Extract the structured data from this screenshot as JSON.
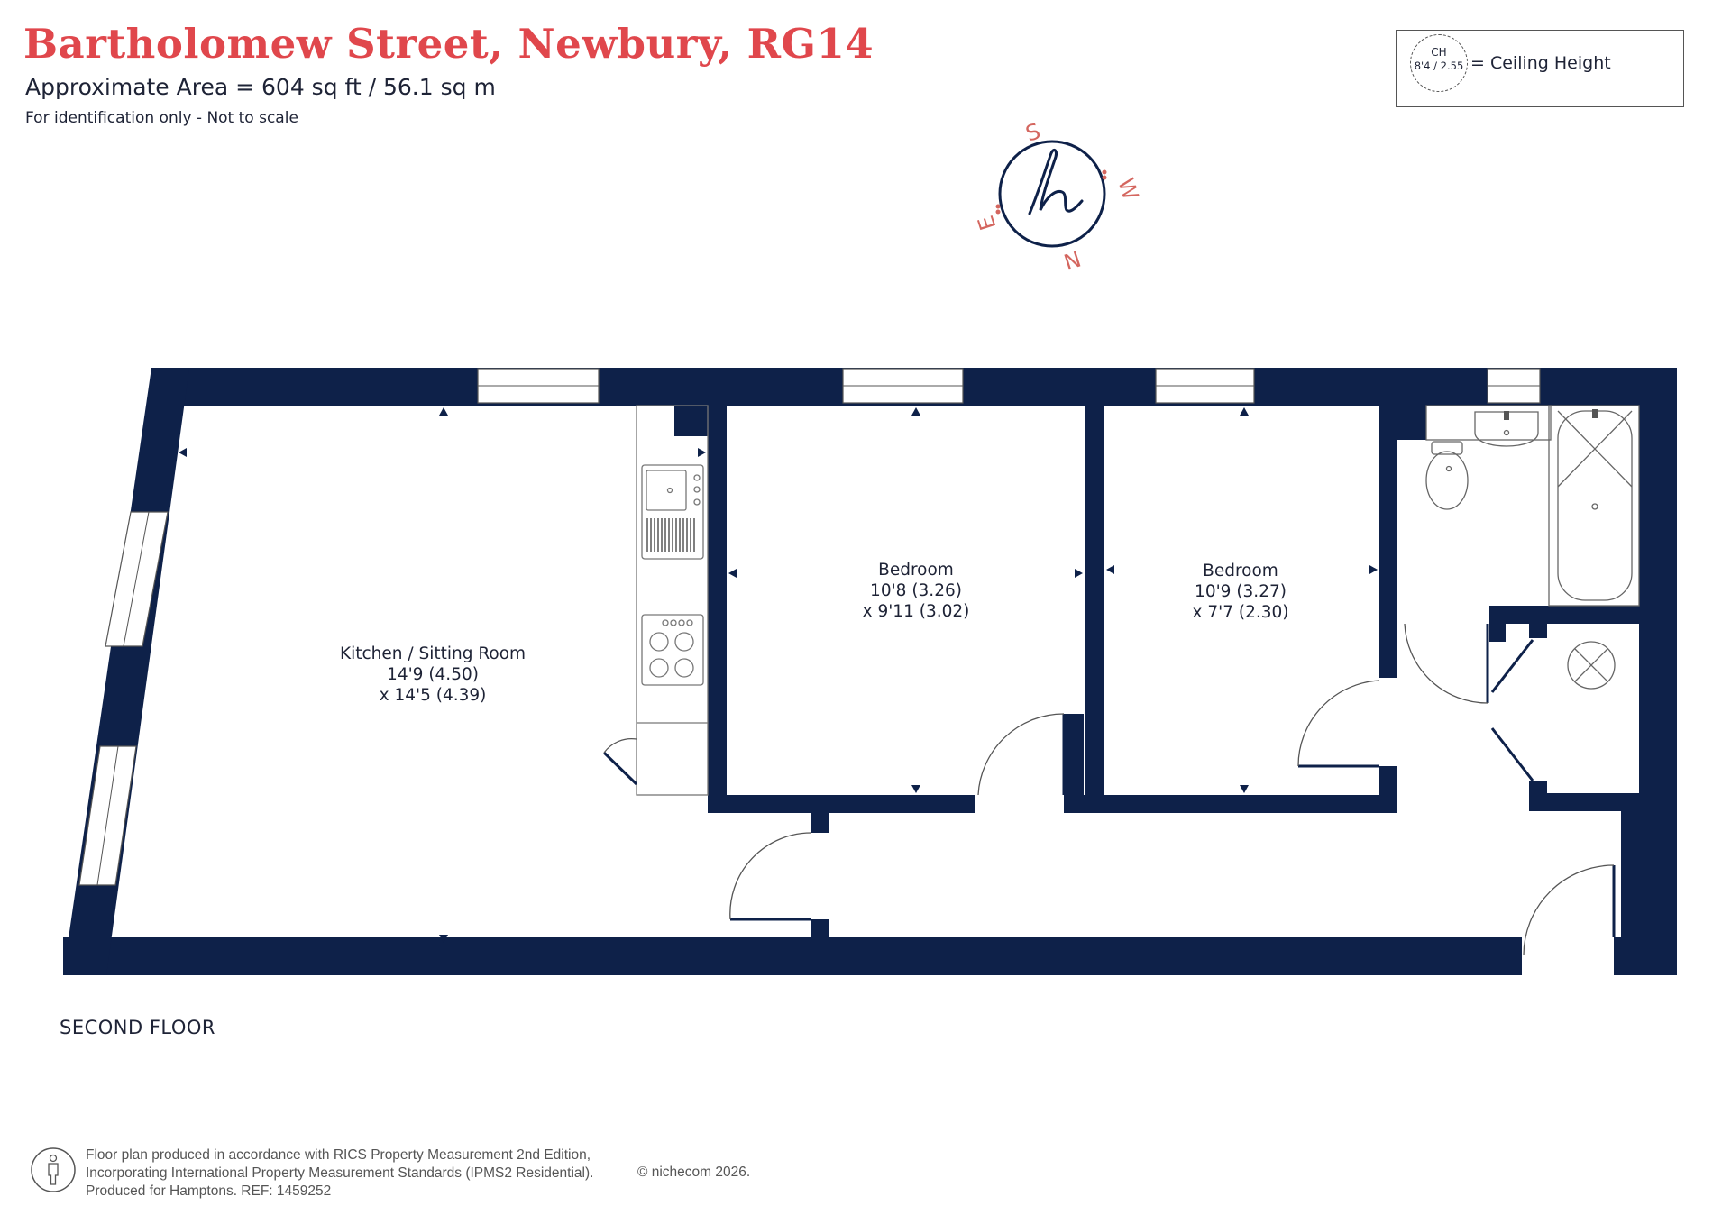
{
  "header": {
    "title": "Bartholomew Street, Newbury, RG14",
    "area": "Approximate Area = 604 sq ft / 56.1 sq m",
    "note": "For identification only - Not to scale"
  },
  "legend": {
    "ch_abbrev": "CH",
    "ch_value": "8'4 / 2.55",
    "label": "= Ceiling Height"
  },
  "compass": {
    "letters": {
      "s": "S",
      "w": "W",
      "e": "E",
      "n": "N"
    },
    "logo": "h"
  },
  "rooms": [
    {
      "name": "Kitchen / Sitting Room",
      "dim1": "14'9 (4.50)",
      "dim2": "x 14'5 (4.39)"
    },
    {
      "name": "Bedroom",
      "dim1": "10'8 (3.26)",
      "dim2": "x 9'11 (3.02)"
    },
    {
      "name": "Bedroom",
      "dim1": "10'9 (3.27)",
      "dim2": "x 7'7 (2.30)"
    }
  ],
  "floor_label": "SECOND FLOOR",
  "footer": {
    "line1": "Floor plan produced in accordance with RICS Property Measurement 2nd Edition,",
    "line2": "Incorporating International Property Measurement Standards (IPMS2 Residential).",
    "line3": "Produced for Hamptons.   REF:  1459252",
    "copyright": "© nichecom 2026."
  },
  "colors": {
    "wall": "#0e2149",
    "title": "#e0474c",
    "text": "#1e2336",
    "compass_letters": "#d4665f"
  }
}
